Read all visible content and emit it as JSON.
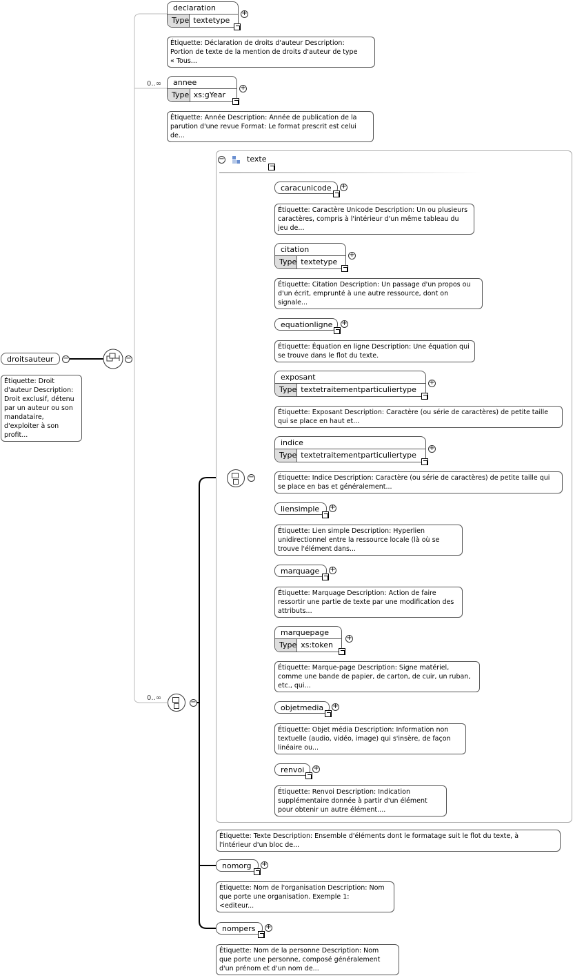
{
  "root": {
    "name": "droitsauteur",
    "description": "Étiquette: Droit\nd'auteur Description:\nDroit exclusif, détenu\npar un auteur ou son\nmandataire,\nd'exploiter à son\nprofit..."
  },
  "top_children": [
    {
      "name": "declaration",
      "type_label": "Type",
      "type": "textetype",
      "description": "Étiquette: Déclaration de droits d'auteur Description:\nPortion de texte de la mention de droits d'auteur de type\n« Tous..."
    },
    {
      "name": "annee",
      "type_label": "Type",
      "type": "xs:gYear",
      "cardinality": "0..∞",
      "description": "Étiquette: Année Description: Année de publication de la\nparution d'une revue Format: Le format prescrit est celui\nde..."
    }
  ],
  "outer_sequence": {
    "cardinality": "0..∞"
  },
  "group": {
    "name": "texte",
    "description": "Étiquette: Texte Description: Ensemble d'éléments dont le formatage suit le flot du texte, à\nl'intérieur d'un bloc de...",
    "items": [
      {
        "name": "caracunicode",
        "description": "Étiquette: Caractère Unicode Description: Un ou plusieurs\ncaractères, compris à l'intérieur d'un même tableau du\njeu de..."
      },
      {
        "name": "citation",
        "type_label": "Type",
        "type": "textetype",
        "description": "Étiquette: Citation Description: Un passage d'un propos ou\nd'un écrit, emprunté à une autre ressource, dont on\nsignale..."
      },
      {
        "name": "equationligne",
        "description": "Étiquette: Équation en ligne Description: Une équation qui\nse trouve dans le flot du texte."
      },
      {
        "name": "exposant",
        "type_label": "Type",
        "type": "textetraitementparticuliertype",
        "description": "Étiquette: Exposant Description: Caractère (ou série de caractères) de petite taille\nqui se place en haut et..."
      },
      {
        "name": "indice",
        "type_label": "Type",
        "type": "textetraitementparticuliertype",
        "description": "Étiquette: Indice Description: Caractère (ou série de caractères) de petite taille qui\nse place en bas et généralement..."
      },
      {
        "name": "liensimple",
        "description": "Étiquette: Lien simple Description: Hyperlien\nunidirectionnel entre la ressource locale (là où se\ntrouve l'élément dans..."
      },
      {
        "name": "marquage",
        "description": "Étiquette: Marquage Description: Action de faire\nressortir une partie de texte par une modification des\nattributs..."
      },
      {
        "name": "marquepage",
        "type_label": "Type",
        "type": "xs:token",
        "description": "Étiquette: Marque-page Description: Signe matériel,\ncomme une bande de papier, de carton, de cuir, un ruban,\netc., qui..."
      },
      {
        "name": "objetmedia",
        "description": "Étiquette: Objet média Description: Information non\ntextuelle (audio, vidéo, image) qui s'insère, de façon\nlinéaire ou..."
      },
      {
        "name": "renvoi",
        "description": "Étiquette: Renvoi Description: Indication\nsupplémentaire donnée à partir d'un élément\npour obtenir un autre élément...."
      }
    ]
  },
  "after_group": [
    {
      "name": "nomorg",
      "description": "Étiquette: Nom de l'organisation Description: Nom\nque porte une organisation. Exemple 1:\n<editeur..."
    },
    {
      "name": "nompers",
      "description": "Étiquette: Nom de la personne Description: Nom\nque porte une personne, composé généralement\nd'un prénom et d'un nom de..."
    }
  ]
}
